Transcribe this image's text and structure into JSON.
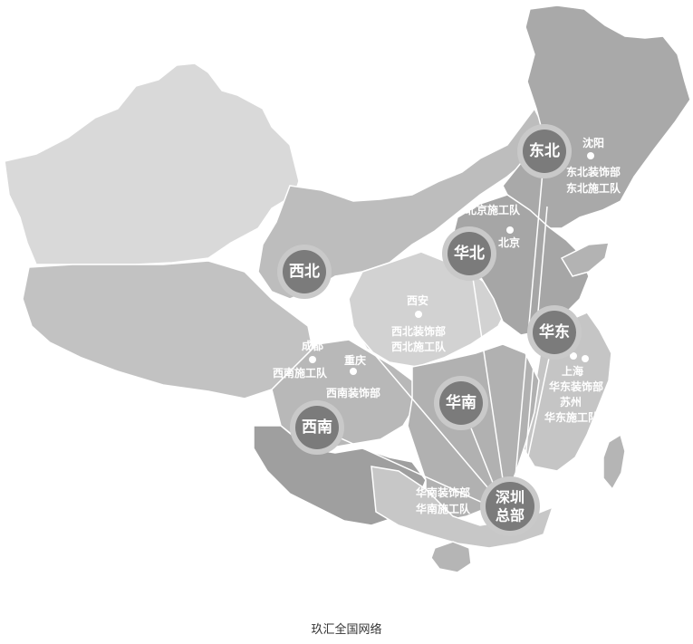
{
  "colors": {
    "north_west_land": "#d9d9d9",
    "tibet_land": "#c2c2c2",
    "east_land": "#a9a9a9",
    "inner_land": "#bdbdbd",
    "south_land": "#b0b0b0",
    "hub_fill": "#7b7b7b",
    "hub_ring": "#c9c9c9",
    "link_line": "#ffffff",
    "dot": "#ffffff"
  },
  "hubs": {
    "northeast": "东北",
    "north": "华北",
    "northwest": "西北",
    "east": "华东",
    "south": "华南",
    "southwest": "西南",
    "hq_line1": "深圳",
    "hq_line2": "总部"
  },
  "cities": {
    "shenyang": "沈阳",
    "ne_decor": "东北装饰部",
    "ne_team": "东北施工队",
    "beijing_team": "北京施工队",
    "beijing": "北京",
    "xian": "西安",
    "nw_decor": "西北装饰部",
    "nw_team": "西北施工队",
    "chengdu": "成都",
    "chongqing": "重庆",
    "sw_team": "西南施工队",
    "sw_decor": "西南装饰部",
    "shanghai": "上海",
    "ec_decor": "华东装饰部",
    "suzhou": "苏州",
    "ec_team": "华东施工队",
    "sc_decor": "华南装饰部",
    "sc_team": "华南施工队"
  },
  "caption": "玖汇全国网络"
}
